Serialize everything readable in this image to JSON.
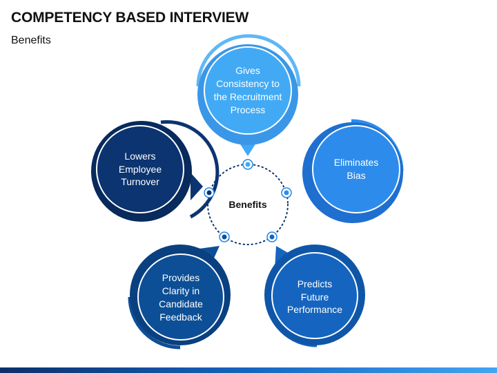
{
  "header": {
    "title": "COMPETENCY BASED INTERVIEW",
    "subtitle": "Benefits"
  },
  "center": {
    "label": "Benefits"
  },
  "benefits": [
    {
      "label": "Gives\nConsistency to\nthe Recruitment\nProcess",
      "color": "#3fa9f5"
    },
    {
      "label": "Eliminates\nBias",
      "color": "#2d8ceb"
    },
    {
      "label": "Predicts\nFuture\nPerformance",
      "color": "#1565c0"
    },
    {
      "label": "Provides\nClarity in\nCandidate\nFeedback",
      "color": "#0d4f96"
    },
    {
      "label": "Lowers\nEmployee\nTurnover",
      "color": "#0b3470"
    }
  ],
  "colors": {
    "dot_ring": "#1e88e5",
    "dot_fill": "#0b3470",
    "bar_start": "#0b2f6b",
    "bar_end": "#42a5f5"
  }
}
